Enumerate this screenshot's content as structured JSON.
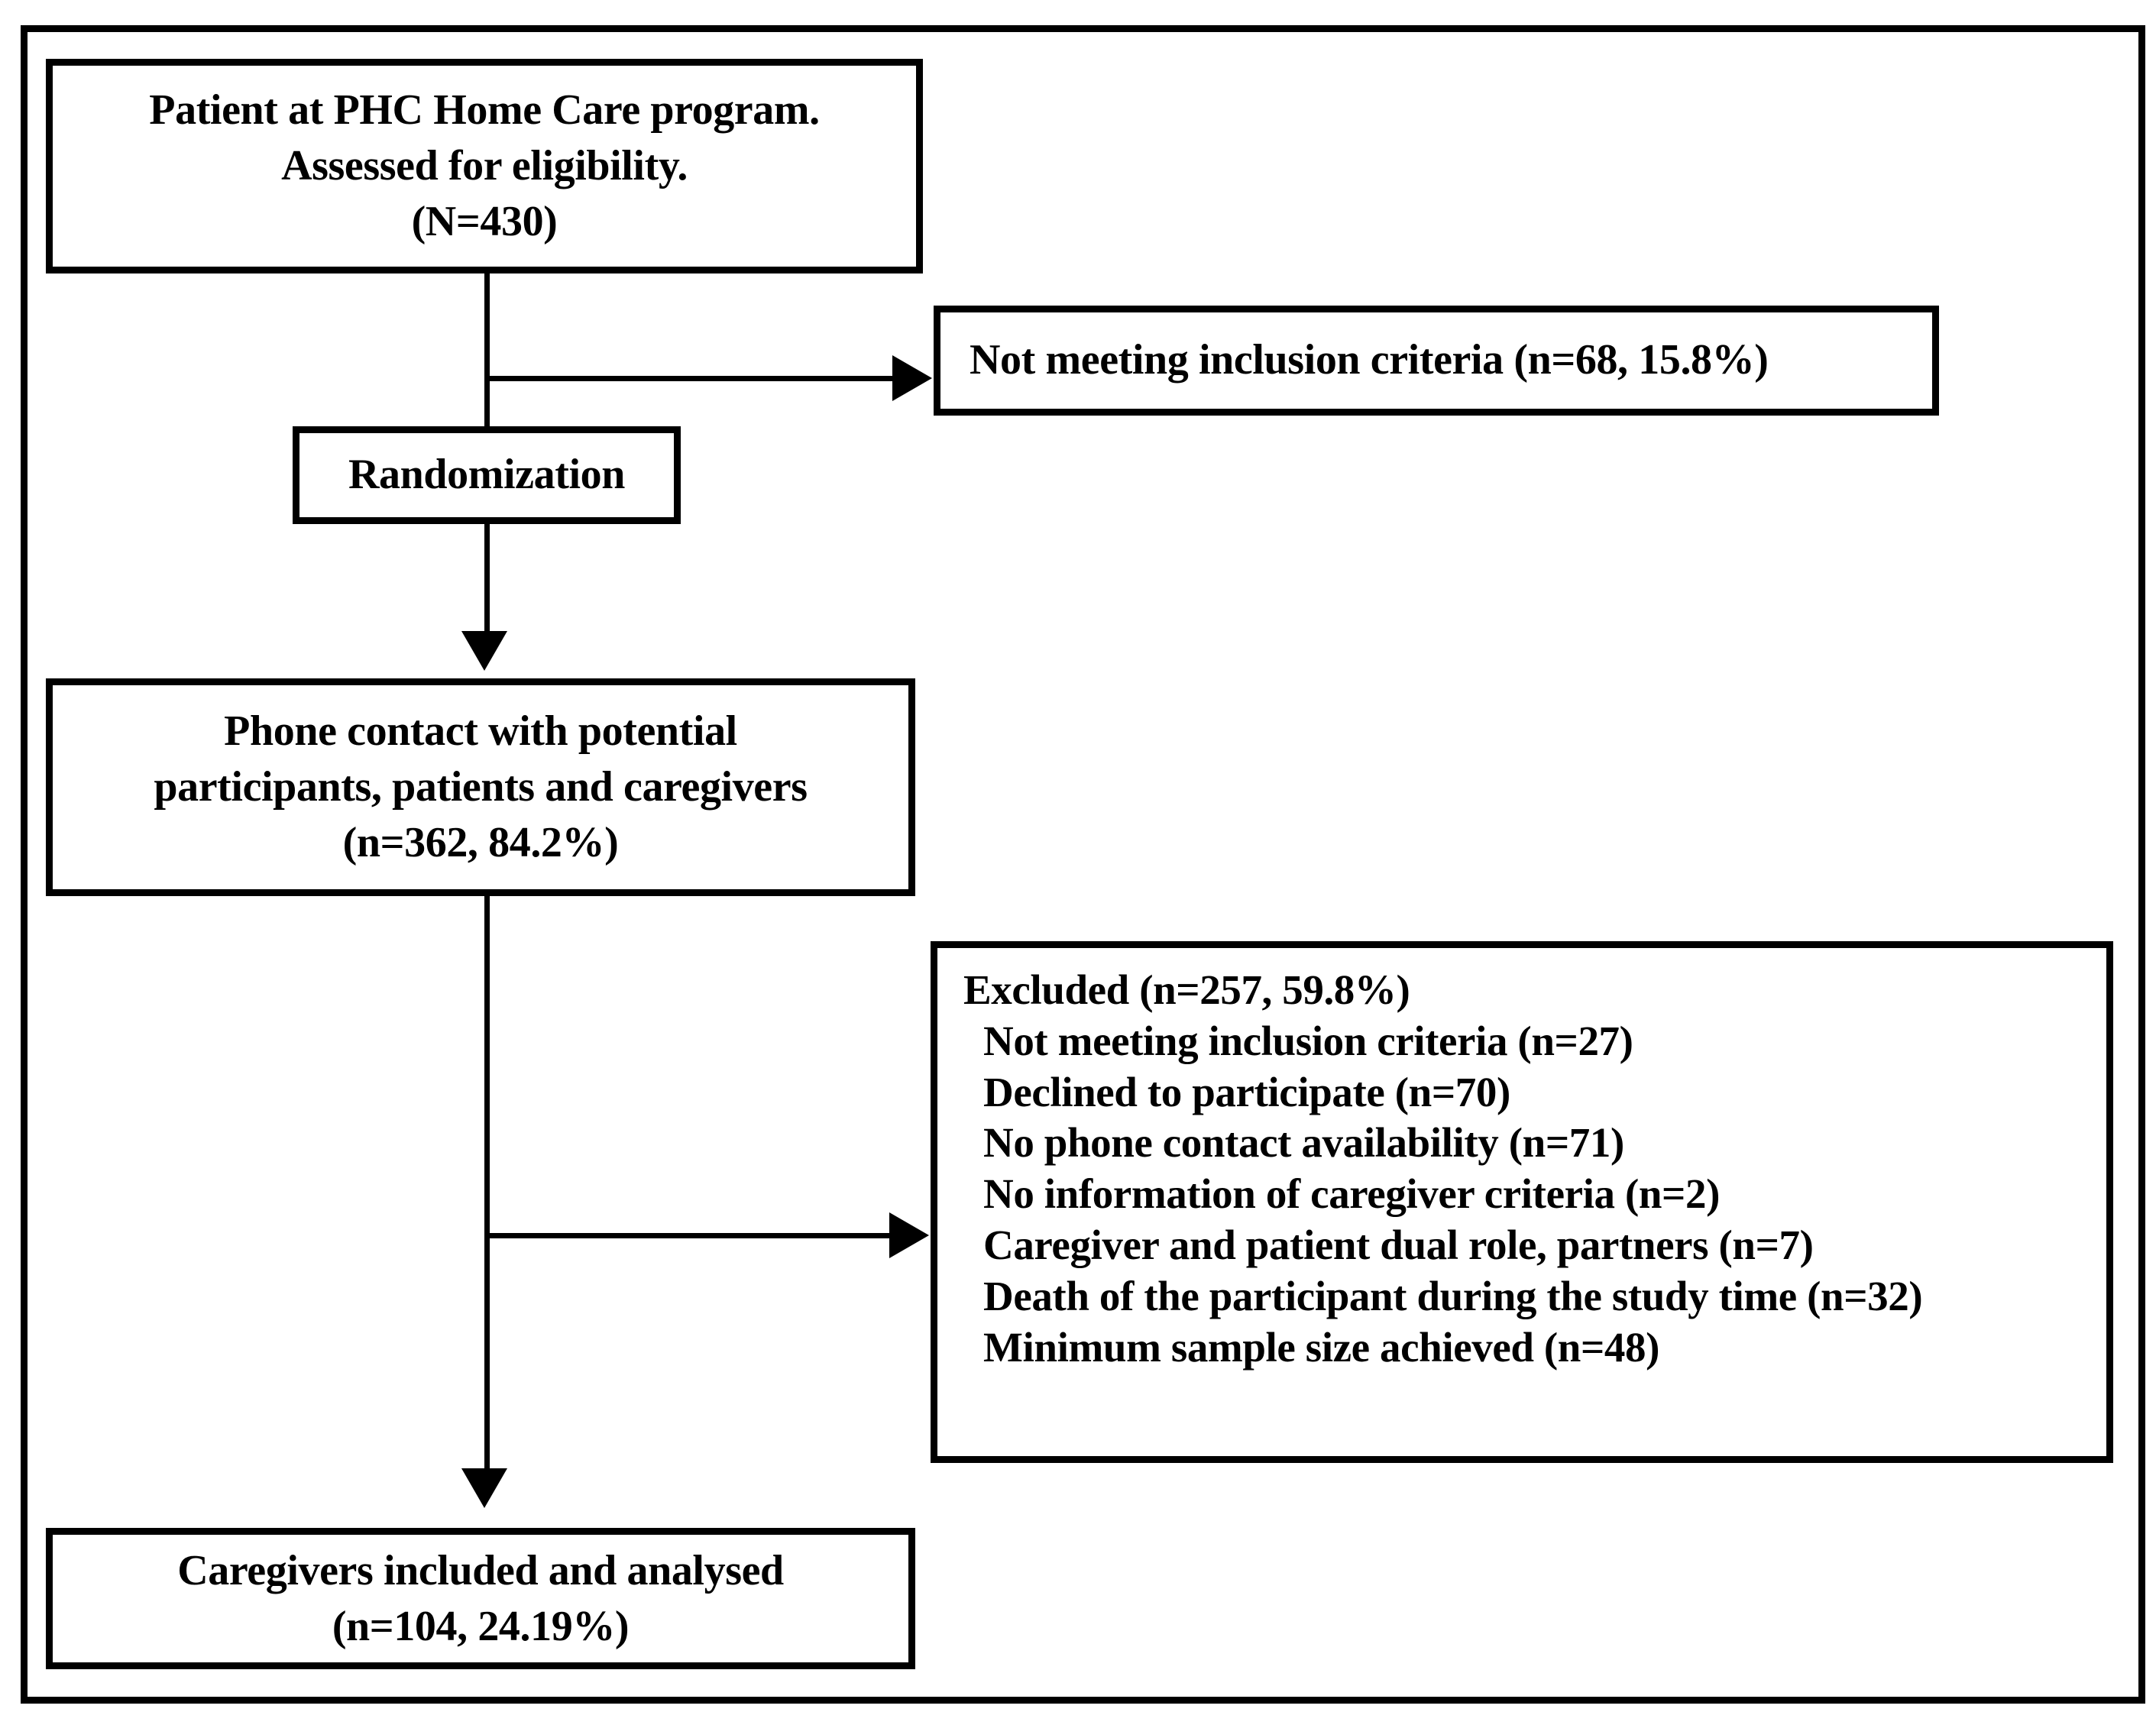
{
  "figure": {
    "type": "participant-flow-diagram",
    "title": "CONSORT participant flow"
  },
  "boxes": {
    "assessed": {
      "name": "assessed-for-eligibility",
      "lines": [
        "Patient at PHC Home Care program.",
        "Assessed for eligibility.",
        "(N=430)"
      ],
      "n_label": "N=430",
      "n": 430
    },
    "not_meeting": {
      "name": "not-meeting-inclusion-criteria",
      "lines": [
        "Not meeting inclusion criteria (n=68, 15.8%)"
      ],
      "n": 68,
      "percent": 15.8
    },
    "randomization": {
      "name": "randomization",
      "lines": [
        "Randomization"
      ]
    },
    "phone_contact": {
      "name": "phone-contact",
      "lines": [
        "Phone contact with potential",
        "participants, patients and caregivers",
        "(n=362, 84.2%)"
      ],
      "n": 362,
      "percent": 84.2
    },
    "excluded": {
      "name": "excluded",
      "heading": "Excluded  (n=257, 59.8%)",
      "n": 257,
      "percent": 59.8,
      "reasons": [
        {
          "label": "Not meeting inclusion criteria (n=27)",
          "n": 27
        },
        {
          "label": "Declined to participate (n=70)",
          "n": 70
        },
        {
          "label": "No phone contact availability (n=71)",
          "n": 71
        },
        {
          "label": "No information of caregiver criteria (n=2)",
          "n": 2
        },
        {
          "label": "Caregiver and patient dual role, partners (n=7)",
          "n": 7
        },
        {
          "label": "Death of the participant during the study time (n=32)",
          "n": 32
        },
        {
          "label": "Minimum sample size achieved (n=48)",
          "n": 48
        }
      ]
    },
    "included": {
      "name": "caregivers-included-and-analysed",
      "lines": [
        "Caregivers included and analysed",
        "(n=104, 24.19%)"
      ],
      "n": 104,
      "percent": 24.19
    }
  },
  "colors": {
    "stroke": "#000000",
    "background": "#ffffff",
    "text": "#000000"
  }
}
